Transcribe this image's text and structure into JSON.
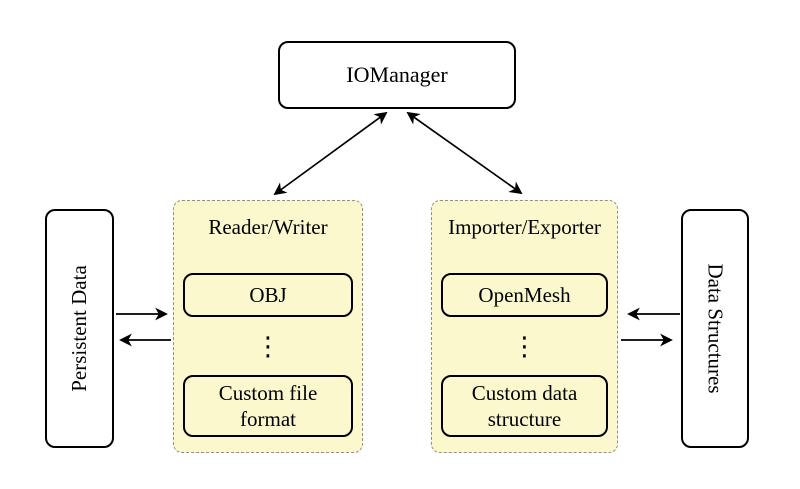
{
  "colors": {
    "background": "#ffffff",
    "group_fill": "#fbf8ce",
    "group_border": "#8f8f8f",
    "node_border": "#000000",
    "node_fill": "#ffffff",
    "arrow": "#000000",
    "text": "#000000"
  },
  "nodes": {
    "iomanager": {
      "label": "IOManager"
    },
    "persistent_data": {
      "label": "Persistent Data"
    },
    "data_structures": {
      "label": "Data Structures"
    },
    "reader_writer": {
      "label": "Reader/Writer",
      "items": [
        {
          "label": "OBJ"
        },
        {
          "label": "⋮"
        },
        {
          "label": "Custom file format"
        }
      ]
    },
    "importer_exporter": {
      "label": "Importer/Exporter",
      "items": [
        {
          "label": "OpenMesh"
        },
        {
          "label": "⋮"
        },
        {
          "label": "Custom data structure"
        }
      ]
    }
  },
  "arrows": [
    {
      "name": "iomanager-reader-writer",
      "direction": "both"
    },
    {
      "name": "iomanager-importer-exporter",
      "direction": "both"
    },
    {
      "name": "persistent-data-to-reader-writer",
      "direction": "right"
    },
    {
      "name": "reader-writer-to-persistent-data",
      "direction": "left"
    },
    {
      "name": "data-structures-to-importer-exporter",
      "direction": "left"
    },
    {
      "name": "importer-exporter-to-data-structures",
      "direction": "right"
    }
  ]
}
